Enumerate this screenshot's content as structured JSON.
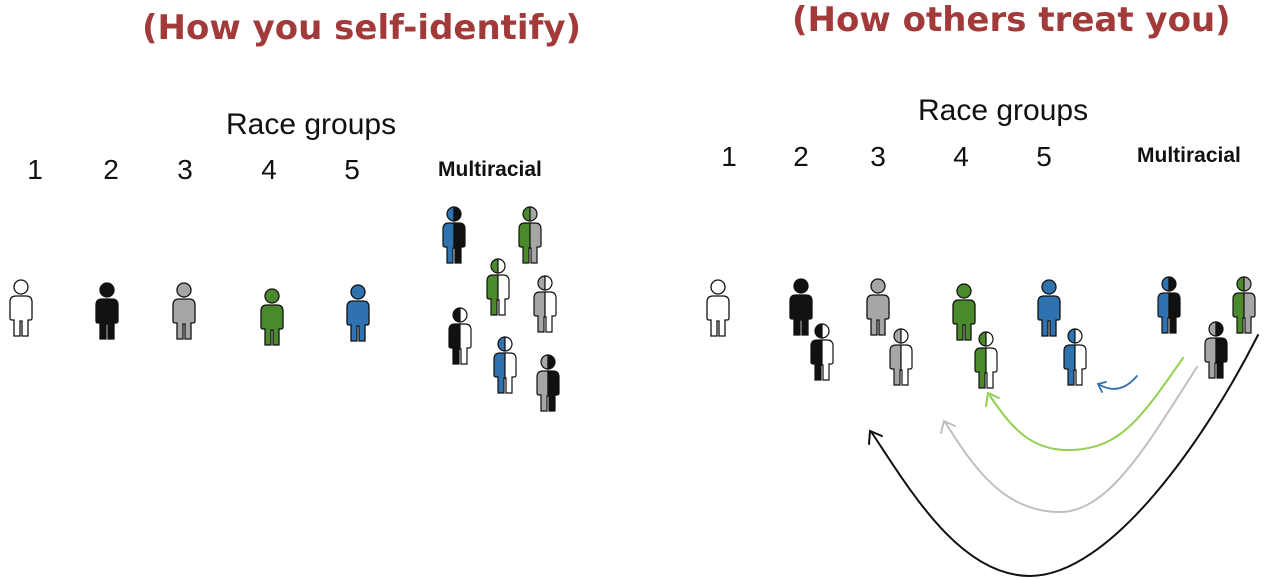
{
  "left": {
    "title": "(How you self-identify)",
    "heading": "Race groups",
    "numbers": [
      "1",
      "2",
      "3",
      "4",
      "5"
    ],
    "multiracial_label": "Multiracial"
  },
  "right": {
    "title": "(How others treat you)",
    "heading": "Race groups",
    "numbers": [
      "1",
      "2",
      "3",
      "4",
      "5"
    ],
    "multiracial_label": "Multiracial"
  },
  "colors": {
    "title": "#a23a3a",
    "group_1": "#ffffff",
    "group_2": "#111111",
    "group_3": "#a6a6a6",
    "group_4": "#4a8a2a",
    "group_5": "#2e72b0",
    "arrow_green": "#92d050",
    "arrow_gray": "#bfbfbf",
    "arrow_blue": "#2e72b0",
    "arrow_black": "#111111"
  },
  "icons": [
    "person-icon",
    "half-split-person-icon",
    "curved-arrow-icon"
  ]
}
